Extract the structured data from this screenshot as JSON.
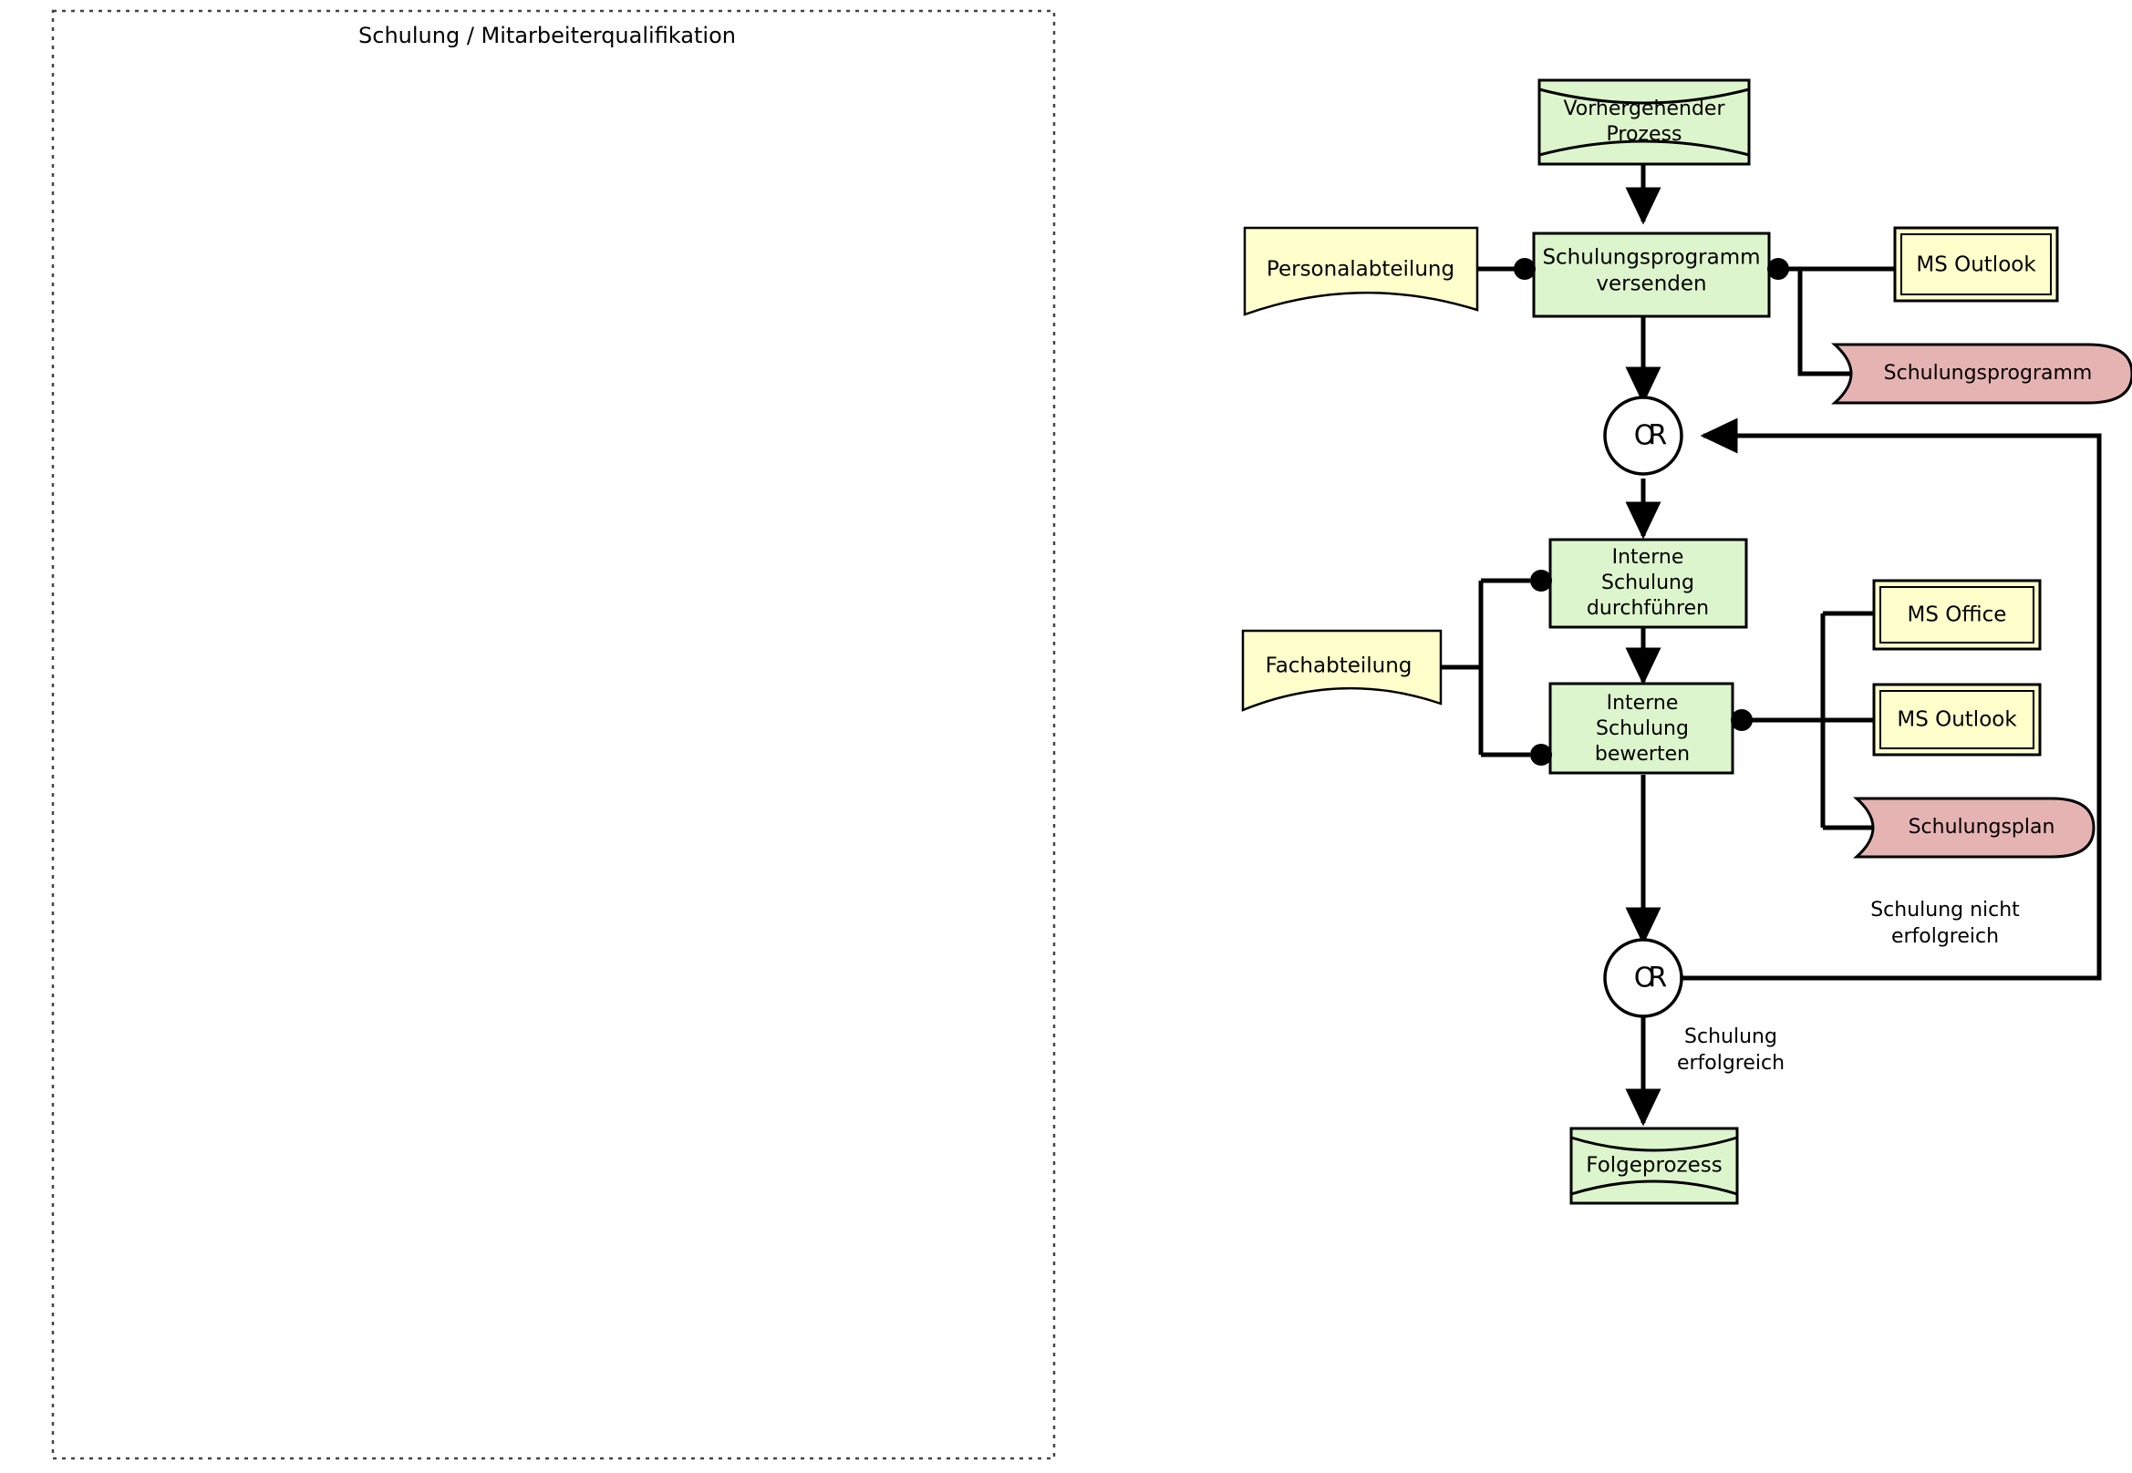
{
  "frame": {
    "title": "Schulung / Mitarbeiterqualifikation"
  },
  "colors": {
    "process_fill": "#ddf5cc",
    "system_fill": "#ffffcc",
    "org_fill": "#ffffcc",
    "document_fill": "#e6b3b3",
    "gateway_fill": "#ffffff",
    "stroke": "#000000",
    "frame_stroke": "#555555"
  },
  "nodes": {
    "start_event": {
      "label_line1": "Vorhergehender",
      "label_line2": "Prozess",
      "type": "start-process"
    },
    "task_send": {
      "label_line1": "Schulungsprogramm",
      "label_line2": "versenden",
      "type": "process"
    },
    "org_hr": {
      "label": "Personalabteilung",
      "type": "organization"
    },
    "sys_outlook_top": {
      "label": "MS Outlook",
      "type": "system"
    },
    "doc_program": {
      "label": "Schulungsprogramm",
      "type": "document"
    },
    "gateway_top": {
      "label": "OR",
      "type": "gateway-or"
    },
    "task_conduct": {
      "label_line1": "Interne",
      "label_line2": "Schulung",
      "label_line3": "durchführen",
      "type": "process"
    },
    "task_evaluate": {
      "label_line1": "Interne",
      "label_line2": "Schulung",
      "label_line3": "bewerten",
      "type": "process"
    },
    "org_dept": {
      "label": "Fachabteilung",
      "type": "organization"
    },
    "sys_office": {
      "label": "MS Office",
      "type": "system"
    },
    "sys_outlook_mid": {
      "label": "MS Outlook",
      "type": "system"
    },
    "doc_plan": {
      "label": "Schulungsplan",
      "type": "document"
    },
    "gateway_bottom": {
      "label": "OR",
      "type": "gateway-or"
    },
    "end_event": {
      "label": "Folgeprozess",
      "type": "end-process"
    }
  },
  "edge_labels": {
    "not_successful_line1": "Schulung nicht",
    "not_successful_line2": "erfolgreich",
    "successful_line1": "Schulung",
    "successful_line2": "erfolgreich"
  }
}
